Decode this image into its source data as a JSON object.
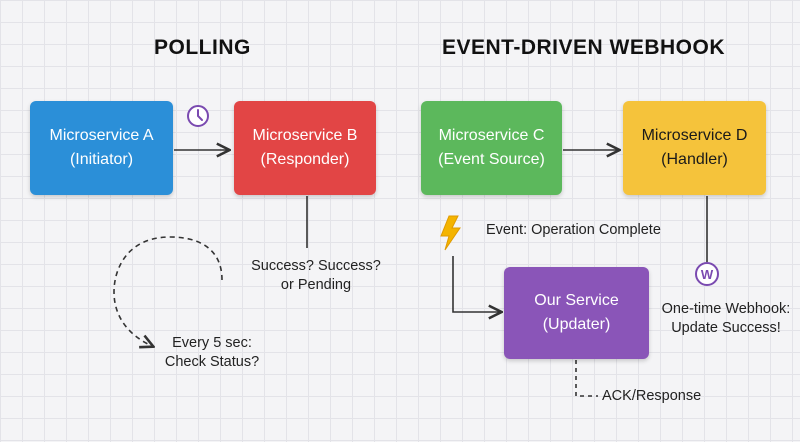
{
  "polling": {
    "title": "POLLING",
    "box_a": {
      "line1": "Microservice A",
      "line2": "(Initiator)",
      "color": "#2b8fd8"
    },
    "box_b": {
      "line1": "Microservice B",
      "line2": "(Responder)",
      "color": "#e24545"
    },
    "response_label": {
      "line1": "Success? Success?",
      "line2": "or Pending"
    },
    "interval_label": {
      "line1": "Every 5 sec:",
      "line2": "Check Status?"
    },
    "clock_icon": "clock-icon"
  },
  "webhook": {
    "title": "EVENT-DRIVEN WEBHOOK",
    "box_c": {
      "line1": "Microservice C",
      "line2": "(Event Source)",
      "color": "#5cb85c"
    },
    "box_d": {
      "line1": "Microservice D",
      "line2": "(Handler)",
      "color": "#f5c33b"
    },
    "box_ours": {
      "line1": "Our Service",
      "line2": "(Updater)",
      "color": "#8a55b8"
    },
    "event_label": "Event: Operation Complete",
    "webhook_label": {
      "line1": "One-time Webhook:",
      "line2": "Update Success!"
    },
    "ack_label": "ACK/Response",
    "webhook_badge": "W",
    "bolt_icon": "lightning-bolt-icon"
  }
}
